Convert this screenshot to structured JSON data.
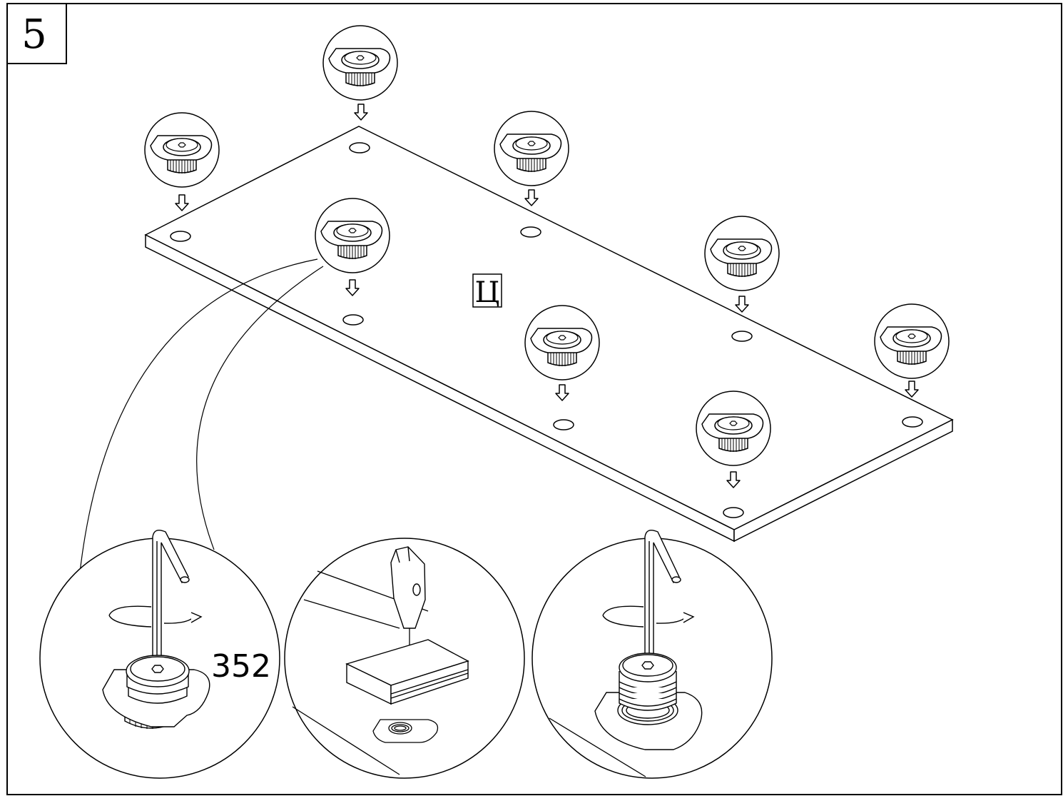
{
  "step": {
    "number": "5"
  },
  "panel": {
    "label": "Ц"
  },
  "part": {
    "number": "352"
  },
  "theme": {
    "line_color": "#000000",
    "background": "#ffffff"
  },
  "icons": [
    "eccentric-nut-insert-icon",
    "down-arrow-icon",
    "hex-key-icon",
    "rotation-arrow-icon",
    "hammer-icon",
    "wood-block-icon",
    "threaded-insert-icon"
  ]
}
